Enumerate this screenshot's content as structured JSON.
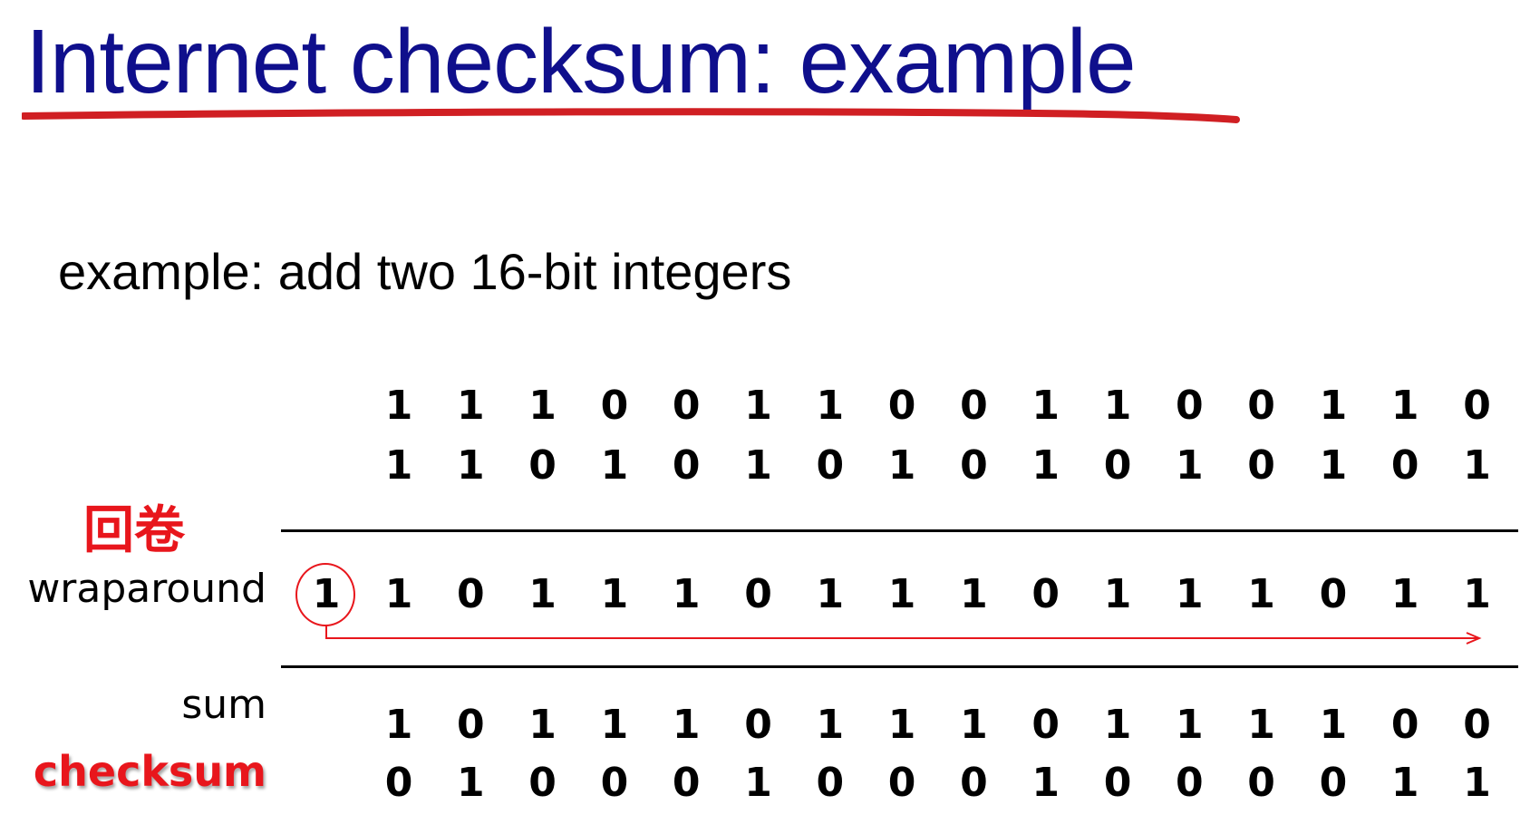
{
  "title": "Internet checksum: example",
  "subtitle": "example: add two 16-bit integers",
  "colors": {
    "title": "#0f0f8c",
    "underline": "#d01f23",
    "accent_red": "#e8161c"
  },
  "rows": {
    "operand_a": [
      "1",
      "1",
      "1",
      "0",
      "0",
      "1",
      "1",
      "0",
      "0",
      "1",
      "1",
      "0",
      "0",
      "1",
      "1",
      "0"
    ],
    "operand_b": [
      "1",
      "1",
      "0",
      "1",
      "0",
      "1",
      "0",
      "1",
      "0",
      "1",
      "0",
      "1",
      "0",
      "1",
      "0",
      "1"
    ],
    "wraparound_carry": "1",
    "wraparound": [
      "1",
      "0",
      "1",
      "1",
      "1",
      "0",
      "1",
      "1",
      "1",
      "0",
      "1",
      "1",
      "1",
      "0",
      "1",
      "1"
    ],
    "sum": [
      "1",
      "0",
      "1",
      "1",
      "1",
      "0",
      "1",
      "1",
      "1",
      "0",
      "1",
      "1",
      "1",
      "1",
      "0",
      "0"
    ],
    "checksum": [
      "0",
      "1",
      "0",
      "0",
      "0",
      "1",
      "0",
      "0",
      "0",
      "1",
      "0",
      "0",
      "0",
      "0",
      "1",
      "1"
    ]
  },
  "labels": {
    "wraparound_cn": "回卷",
    "wraparound": "wraparound",
    "sum": "sum",
    "checksum": "checksum"
  }
}
